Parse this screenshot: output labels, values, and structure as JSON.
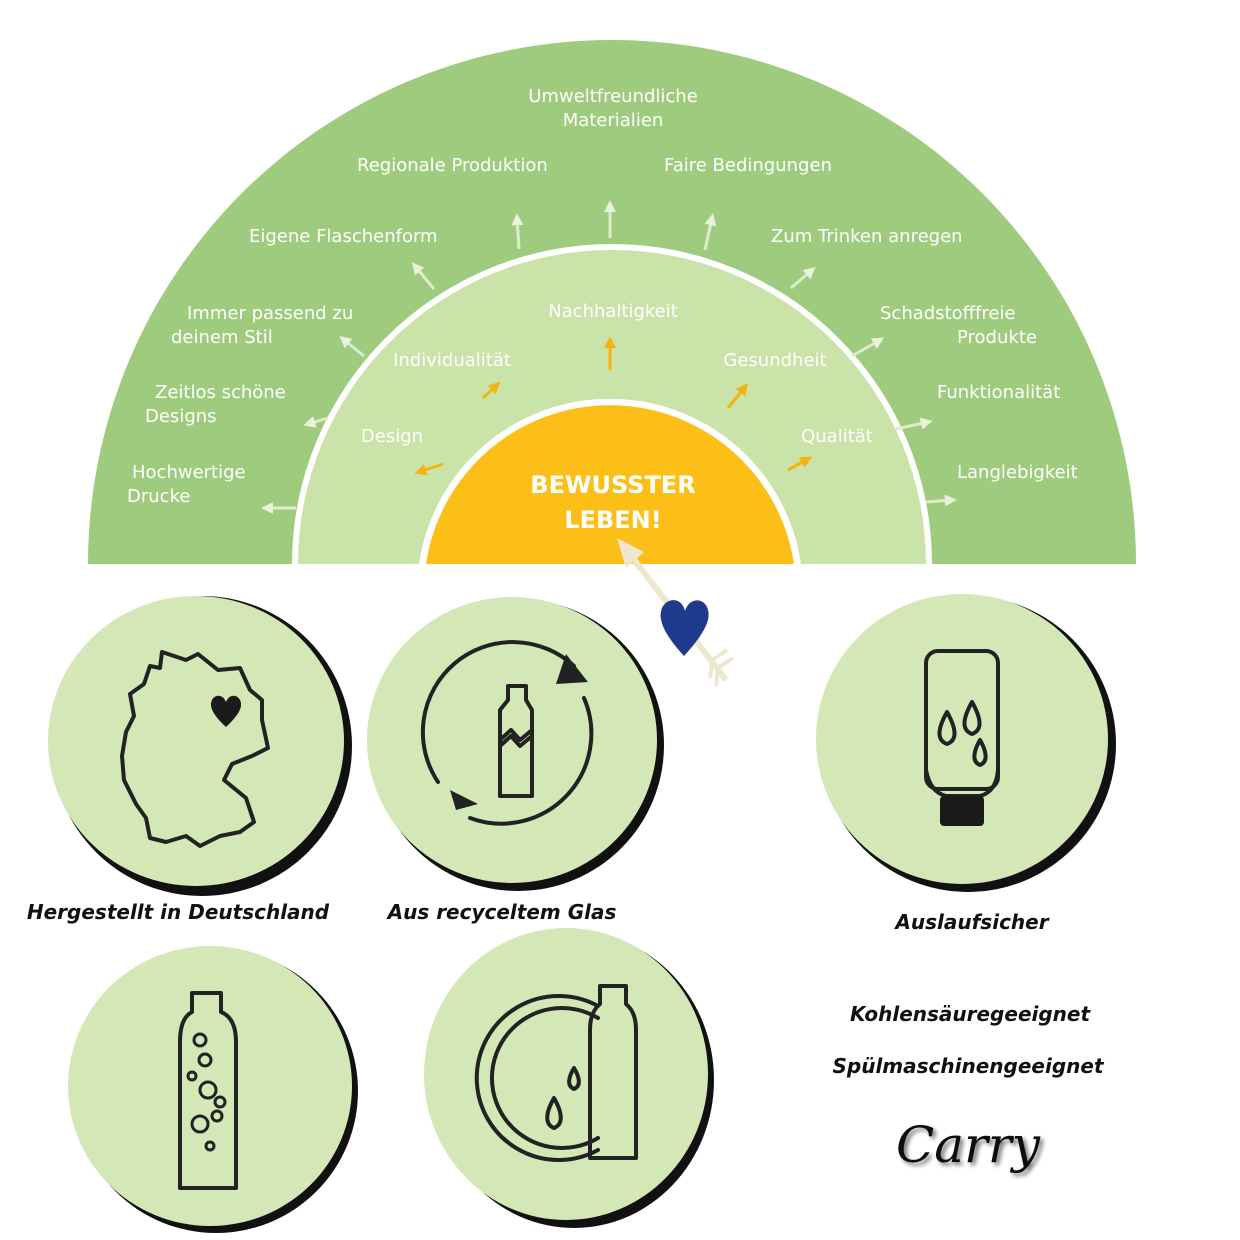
{
  "colors": {
    "outer_ring": "#9fcb7f",
    "middle_ring": "#c9e3a8",
    "core": "#fbbf17",
    "badge": "#d3e7b7",
    "heart": "#1f3a8c",
    "icon_line": "#222222"
  },
  "diagram": {
    "core_lines": [
      "BEWUSSTER",
      "LEBEN!"
    ],
    "middle_labels": [
      "Design",
      "Individualität",
      "Nachhaltigkeit",
      "Gesundheit",
      "Qualität"
    ],
    "outer_labels": {
      "hochwertige_drucke": [
        "Hochwertige",
        "Drucke"
      ],
      "zeitlos": [
        "Zeitlos schöne",
        "Designs"
      ],
      "passend": [
        "Immer passend zu",
        "deinem Stil"
      ],
      "flaschenform": [
        "Eigene Flaschenform"
      ],
      "regional": [
        "Regionale Produktion"
      ],
      "umwelt": [
        "Umweltfreundliche",
        "Materialien"
      ],
      "faire": [
        "Faire Bedingungen"
      ],
      "trinken": [
        "Zum Trinken anregen"
      ],
      "schadstoff": [
        "Schadstofffreie",
        "Produkte"
      ],
      "funktion": [
        "Funktionalität"
      ],
      "langlebig": [
        "Langlebigkeit"
      ]
    }
  },
  "features": {
    "germany": {
      "caption": "Hergestellt in Deutschland",
      "icon": "germany-map-heart-icon"
    },
    "recycled": {
      "caption": "Aus recyceltem Glas",
      "icon": "recycle-bottle-icon"
    },
    "leakproof": {
      "caption": "Auslaufsicher",
      "icon": "leakproof-bottle-icon"
    },
    "carbonation": {
      "caption": "Kohlensäuregeeignet",
      "icon": "bubbles-bottle-icon"
    },
    "dishwasher": {
      "caption": "Spülmaschinengeeignet",
      "icon": "dishwasher-bottle-icon"
    }
  },
  "brand": "Carry"
}
